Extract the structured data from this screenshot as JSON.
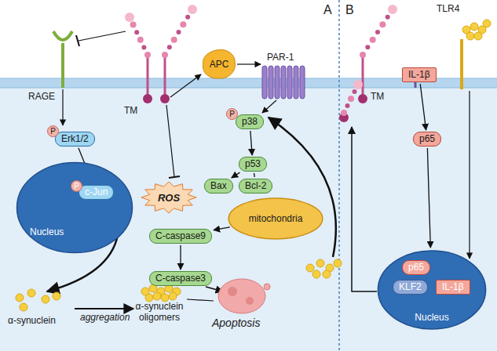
{
  "diagram": {
    "nodes": [
      {
        "text": [
          "Nucleus"
        ]
      },
      {
        "text": [
          "c-Jun"
        ],
        "in": 0
      },
      {
        "text": [
          "P"
        ],
        "in": 0
      },
      {
        "text": [
          "Erk1/2"
        ]
      },
      {
        "text": [
          "P"
        ]
      },
      {
        "text": [
          "APC"
        ]
      },
      {
        "text": [
          "p38"
        ]
      },
      {
        "text": [
          "P"
        ]
      },
      {
        "text": [
          "p53"
        ]
      },
      {
        "text": [
          "Bax"
        ]
      },
      {
        "text": [
          "Bcl-2"
        ]
      },
      {
        "text": [
          "ROS"
        ]
      },
      {
        "text": [
          "mitochondria"
        ]
      },
      {
        "text": [
          "C-caspase9"
        ]
      },
      {
        "text": [
          "C-caspase3"
        ]
      },
      {
        "text": [
          "IL-1β"
        ]
      },
      {
        "text": [
          "p65"
        ]
      },
      {
        "text": [
          "Nucleus"
        ]
      },
      {
        "text": [
          "p65"
        ],
        "in": 17
      },
      {
        "text": [
          "KLF2"
        ],
        "in": 17
      },
      {
        "text": [
          "IL-1β"
        ],
        "in": 17
      }
    ],
    "edges": [
      {
        "from": 3,
        "to": 1,
        "arrow": "to"
      },
      {
        "from": 6,
        "to": 8,
        "arrow": "to"
      },
      {
        "from": 8,
        "to": 9,
        "arrow": "to"
      },
      {
        "from": 8,
        "to": 10,
        "arrow": "none"
      },
      {
        "from": 12,
        "to": 13,
        "arrow": "to"
      },
      {
        "from": 13,
        "to": 14,
        "arrow": "to"
      },
      {
        "from": 15,
        "to": 16,
        "arrow": "to"
      },
      {
        "from": 16,
        "to": 17,
        "arrow": "to"
      }
    ],
    "labels": [
      "A",
      "B",
      "RAGE",
      "TM",
      "PAR-1",
      "α-synuclein",
      "aggregation",
      "α-synuclein oligomers",
      "Apoptosis",
      "TM",
      "TLR4"
    ]
  }
}
